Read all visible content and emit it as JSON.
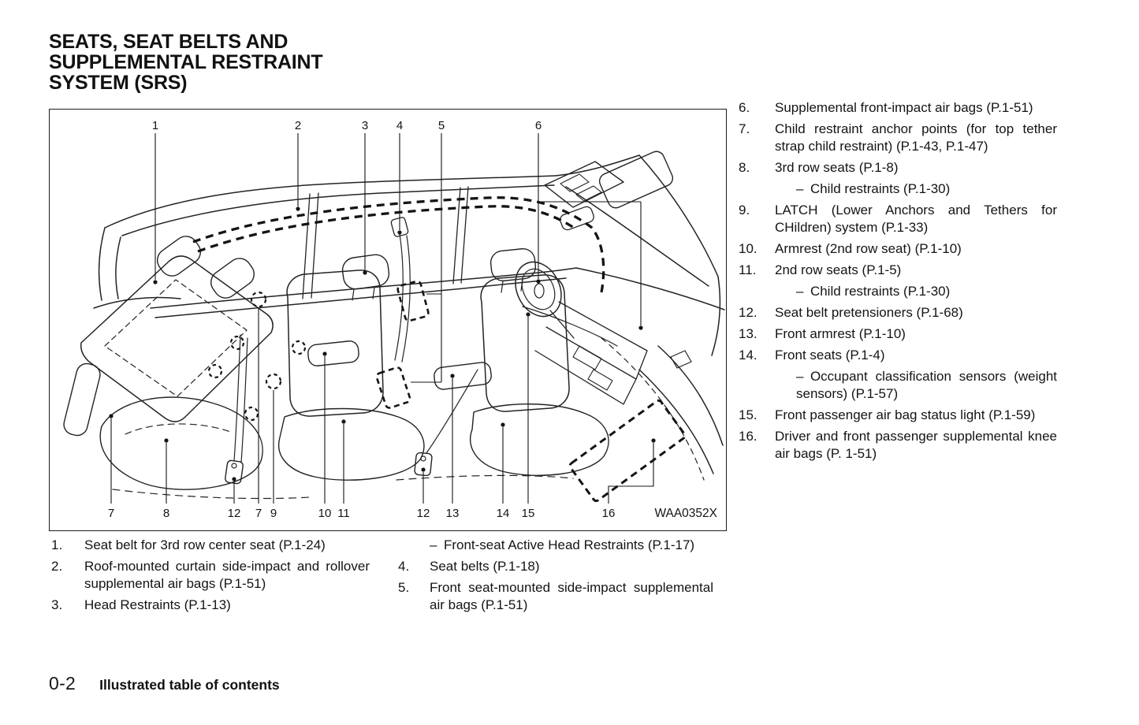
{
  "page": {
    "title_lines": [
      "SEATS, SEAT BELTS AND",
      "SUPPLEMENTAL RESTRAINT",
      "SYSTEM (SRS)"
    ]
  },
  "diagram": {
    "figure_code": "WAA0352X",
    "top_callouts": [
      "1",
      "2",
      "3",
      "4",
      "5",
      "6"
    ],
    "bottom_callouts": [
      "7",
      "8",
      "12",
      "7",
      "9",
      "10",
      "11",
      "12",
      "13",
      "14",
      "15",
      "16"
    ]
  },
  "legend_left": [
    {
      "num": "1.",
      "text": "Seat belt for 3rd row center seat (P.1-24)"
    },
    {
      "num": "2.",
      "text": "Roof-mounted curtain side-impact and rollover supplemental air bags (P.1-51)"
    },
    {
      "num": "3.",
      "text": "Head Restraints (P.1-13)"
    }
  ],
  "legend_mid": [
    {
      "num": "",
      "text": "– Front-seat Active Head Restraints (P.1-17)"
    },
    {
      "num": "4.",
      "text": "Seat belts (P.1-18)"
    },
    {
      "num": "5.",
      "text": "Front seat-mounted side-impact supplemental air bags (P.1-51)"
    }
  ],
  "toc_right": [
    {
      "num": "6.",
      "text": "Supplemental front-impact air bags (P.1-51)"
    },
    {
      "num": "7.",
      "text": "Child restraint anchor points (for top tether strap child restraint) (P.1-43, P.1-47)"
    },
    {
      "num": "8.",
      "text": "3rd row seats (P.1-8)",
      "sub": "– Child restraints (P.1-30)"
    },
    {
      "num": "9.",
      "text": "LATCH (Lower Anchors and Tethers for CHildren) system (P.1-33)"
    },
    {
      "num": "10.",
      "text": "Armrest (2nd row seat) (P.1-10)"
    },
    {
      "num": "11.",
      "text": "2nd row seats (P.1-5)",
      "sub": "– Child restraints (P.1-30)"
    },
    {
      "num": "12.",
      "text": "Seat belt pretensioners (P.1-68)"
    },
    {
      "num": "13.",
      "text": "Front armrest (P.1-10)"
    },
    {
      "num": "14.",
      "text": "Front seats (P.1-4)",
      "sub": "– Occupant classification sensors (weight sensors) (P.1-57)"
    },
    {
      "num": "15.",
      "text": "Front passenger air bag status light (P.1-59)"
    },
    {
      "num": "16.",
      "text": "Driver and front passenger supplemental knee air bags (P. 1-51)"
    }
  ],
  "footer": {
    "page_number": "0-2",
    "section_title": "Illustrated table of contents"
  }
}
